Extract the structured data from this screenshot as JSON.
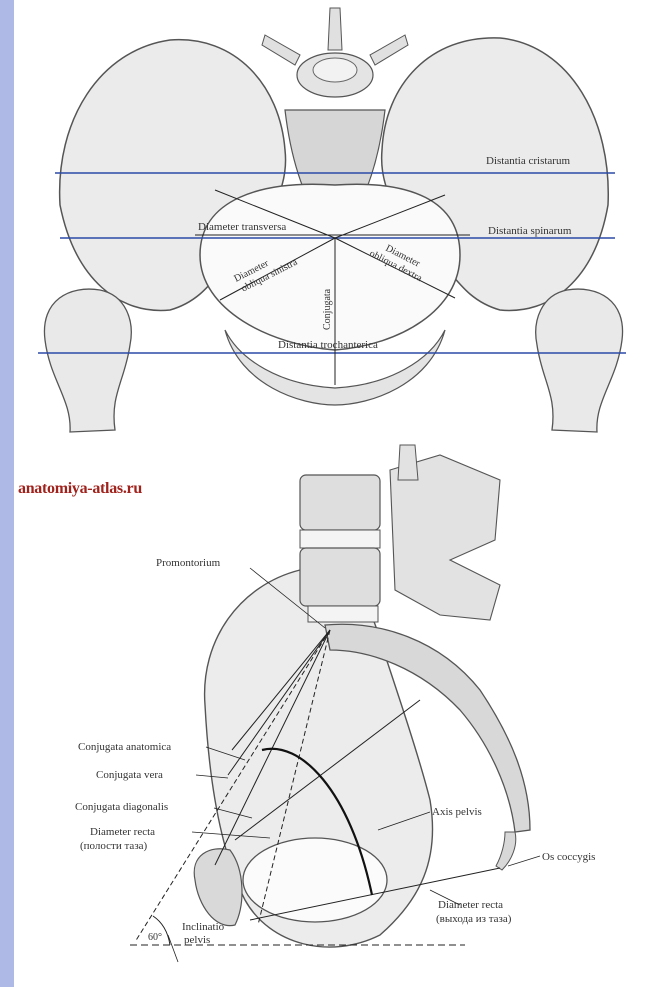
{
  "watermark": "anatomiya-atlas.ru",
  "colors": {
    "background": "#aeb9e6",
    "measure_line": "#2b4aa8",
    "bone_fill": "#e9e9e9",
    "bone_stroke": "#555555",
    "watermark": "#a0221c"
  },
  "top_figure": {
    "labels": {
      "distantia_cristarum": "Distantia cristarum",
      "distantia_spinarum": "Distantia spinarum",
      "diameter_transversa": "Diameter transversa",
      "diameter_obliqua_sinistra_1": "Diameter",
      "diameter_obliqua_sinistra_2": "obliqua sinistra",
      "diameter_obliqua_dextra_1": "Diameter",
      "diameter_obliqua_dextra_2": "obliqua dextra",
      "conjugata": "Conjugata",
      "distantia_trochanterica": "Distantia   trochanterica"
    }
  },
  "bottom_figure": {
    "labels": {
      "promontorium": "Promontorium",
      "conjugata_anatomica": "Conjugata anatomica",
      "conjugata_vera": "Conjugata vera",
      "conjugata_diagonalis": "Conjugata diagonalis",
      "diameter_recta_cavity_1": "Diameter recta",
      "diameter_recta_cavity_2": "(полости таза)",
      "axis_pelvis": "Axis pelvis",
      "os_coccygis": "Os coccygis",
      "diameter_recta_outlet_1": "Diameter recta",
      "diameter_recta_outlet_2": "(выхода из таза)",
      "angle": "60°",
      "inclinatio_1": "Inclinatio",
      "inclinatio_2": "pelvis"
    }
  }
}
